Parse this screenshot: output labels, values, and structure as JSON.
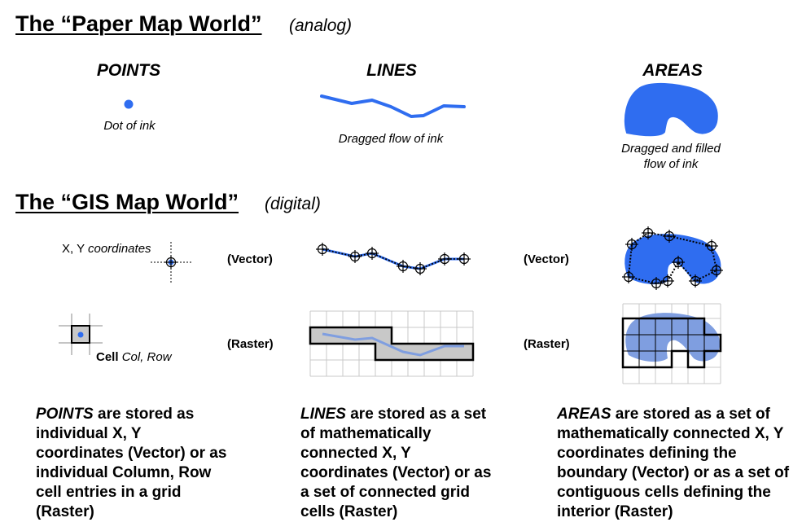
{
  "paper": {
    "title": "The “Paper Map World”",
    "subtitle": "(analog)",
    "points": {
      "heading": "POINTS",
      "caption": "Dot of ink"
    },
    "lines": {
      "heading": "LINES",
      "caption": "Dragged flow of ink"
    },
    "areas": {
      "heading": "AREAS",
      "caption_1": "Dragged and filled",
      "caption_2": "flow of ink"
    }
  },
  "gis": {
    "title": "The “GIS Map World”",
    "subtitle": "(digital)",
    "point_vector_label_1": "X, Y",
    "point_vector_label_2": "coordinates",
    "point_raster_label_1": "Cell",
    "point_raster_label_2": "Col, Row",
    "vector_tag_1": "(Vector)",
    "vector_tag_2": "(Vector)",
    "raster_tag_1": "(Raster)",
    "raster_tag_2": "(Raster)"
  },
  "notes": {
    "points": {
      "term": "POINTS",
      "text": " are stored as individual X, Y coordinates (Vector) or as individual Column, Row cell entries in a grid (Raster)"
    },
    "lines": {
      "term": "LINES",
      "text": " are stored as a set of mathematically connected X, Y coordinates (Vector) or as a set of connected grid cells (Raster)"
    },
    "areas": {
      "term": "AREAS",
      "text": " are stored as a set of mathematically connected X, Y coordinates defining the boundary (Vector) or as a set of contiguous cells defining the interior (Raster)"
    }
  },
  "colors": {
    "ink": "#2f6df0",
    "cell_fill": "#c8c8c8",
    "raster_fill": "#7f9ee0",
    "grid": "#c8c8c8"
  }
}
